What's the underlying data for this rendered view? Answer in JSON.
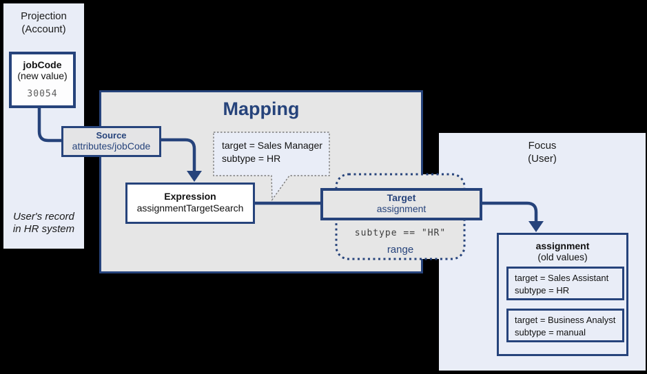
{
  "colors": {
    "accent_blue": "#26437b",
    "panel_light_blue": "#e9edf7",
    "mapping_gray": "#e6e6e6",
    "background": "#000000",
    "code_gray": "#5a5a5a"
  },
  "projection": {
    "title_line1": "Projection",
    "title_line2": "(Account)",
    "jobcode": {
      "name": "jobCode",
      "subtitle": "(new value)",
      "value": "30054"
    },
    "footnote_line1": "User's record",
    "footnote_line2": "in HR system"
  },
  "mapping": {
    "title": "Mapping",
    "source": {
      "title": "Source",
      "subtitle": "attributes/jobCode"
    },
    "expression": {
      "title": "Expression",
      "subtitle": "assignmentTargetSearch"
    },
    "bubble": {
      "line1": "target = Sales Manager",
      "line2": "subtype = HR"
    },
    "target": {
      "title": "Target",
      "subtitle": "assignment"
    },
    "range": {
      "condition": "subtype == \"HR\"",
      "label": "range"
    }
  },
  "focus": {
    "title_line1": "Focus",
    "title_line2": "(User)",
    "assignment": {
      "title": "assignment",
      "subtitle": "(old values)",
      "old_values": [
        {
          "line1": "target = Sales Assistant",
          "line2": "subtype = HR"
        },
        {
          "line1": "target = Business Analyst",
          "line2": "subtype = manual"
        }
      ]
    }
  }
}
